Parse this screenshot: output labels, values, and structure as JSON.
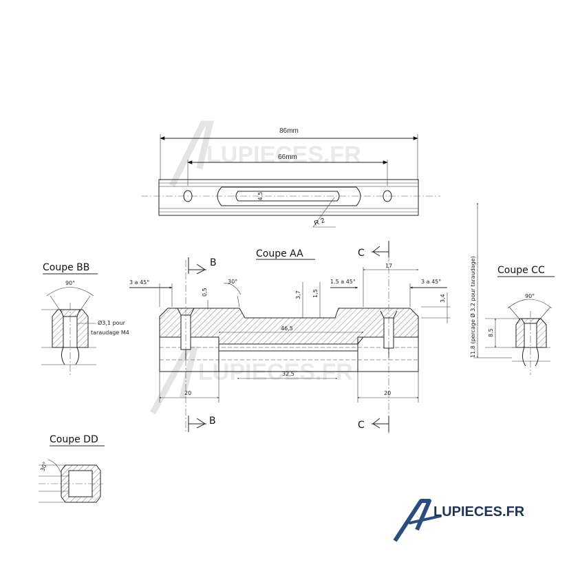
{
  "watermark": {
    "text": "LUPIECES.FR"
  },
  "logo": {
    "text": "LUPIECES.FR",
    "color_dark": "#1f3354",
    "color_accent": "#2b4c7e"
  },
  "top_view": {
    "dim_overall": "86mm",
    "dim_holes": "66mm",
    "dim_slot_width": "4.5",
    "radius": "R 2"
  },
  "sections": {
    "aa": {
      "title": "Coupe AA"
    },
    "bb": {
      "title": "Coupe BB",
      "angle": "90°",
      "note_line1": "Ø3,1 pour",
      "note_line2": "taraudage M4"
    },
    "cc": {
      "title": "Coupe CC",
      "angle": "90°",
      "dim_height": "8.5",
      "dim_note": "11.8 (percage Ø 3.2 pour taraudage)"
    },
    "dd": {
      "title": "Coupe DD",
      "angle": "30°"
    }
  },
  "section_markers": {
    "b": "B",
    "c": "C"
  },
  "aa_dims": {
    "chamfer_left": "3 a 45°",
    "angle": "30°",
    "depth_left": "0,5",
    "depth_mid1": "3,7",
    "depth_mid2": "1,5",
    "chamfer_mid": "1.5 a 45°",
    "len_right": "17",
    "chamfer_right": "3 a 45°",
    "height_right": "3,4",
    "slot_top": "46,5",
    "slot_bottom": "32,5",
    "foot_left": "20",
    "foot_right": "20"
  }
}
